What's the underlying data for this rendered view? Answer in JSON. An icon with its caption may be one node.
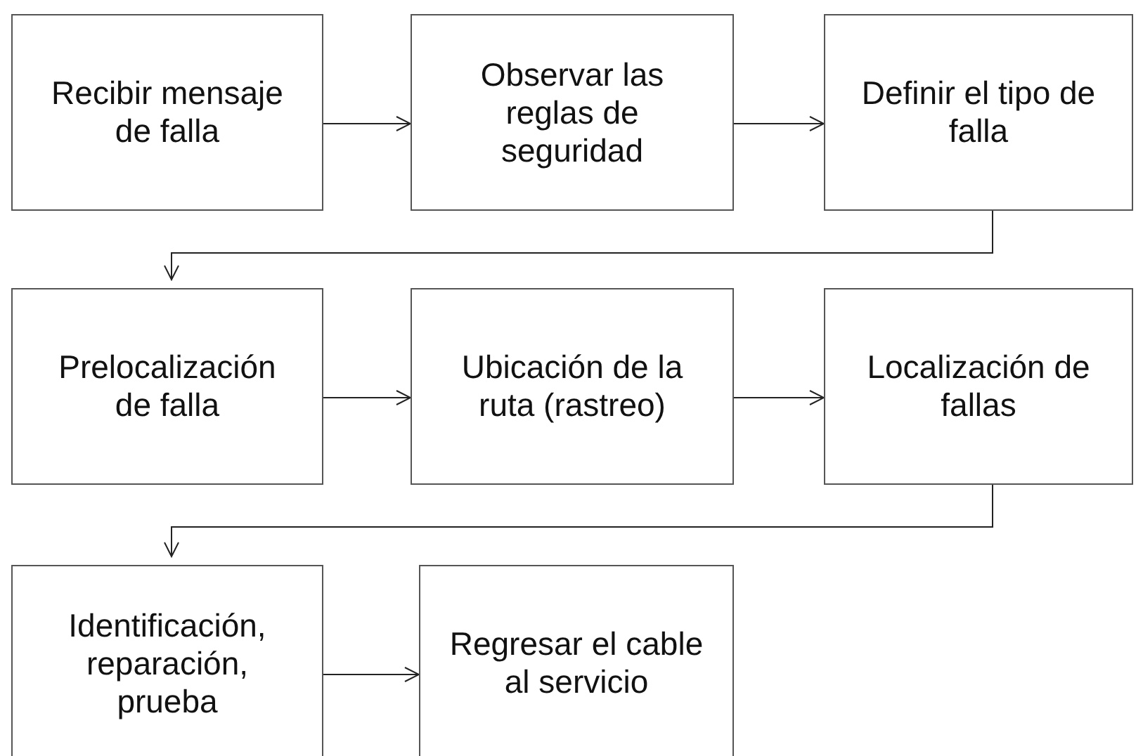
{
  "diagram": {
    "nodes": [
      {
        "text": [
          "Recibir mensaje de falla"
        ]
      },
      {
        "text": [
          "Observar las reglas de seguridad"
        ]
      },
      {
        "text": [
          "Definir el tipo de falla"
        ]
      },
      {
        "text": [
          "Prelocalización de falla"
        ]
      },
      {
        "text": [
          "Ubicación de la ruta (rastreo)"
        ]
      },
      {
        "text": [
          "Localización de fallas"
        ]
      },
      {
        "text": [
          "Identificación, reparación, prueba"
        ]
      },
      {
        "text": [
          "Regresar el cable al servicio"
        ]
      }
    ],
    "edges": [
      {
        "from": 0,
        "to": 1,
        "arrow": "to"
      },
      {
        "from": 1,
        "to": 2,
        "arrow": "to"
      },
      {
        "from": 2,
        "to": 3,
        "arrow": "to"
      },
      {
        "from": 3,
        "to": 4,
        "arrow": "to"
      },
      {
        "from": 4,
        "to": 5,
        "arrow": "to"
      },
      {
        "from": 5,
        "to": 6,
        "arrow": "to"
      },
      {
        "from": 6,
        "to": 7,
        "arrow": "to"
      }
    ]
  }
}
